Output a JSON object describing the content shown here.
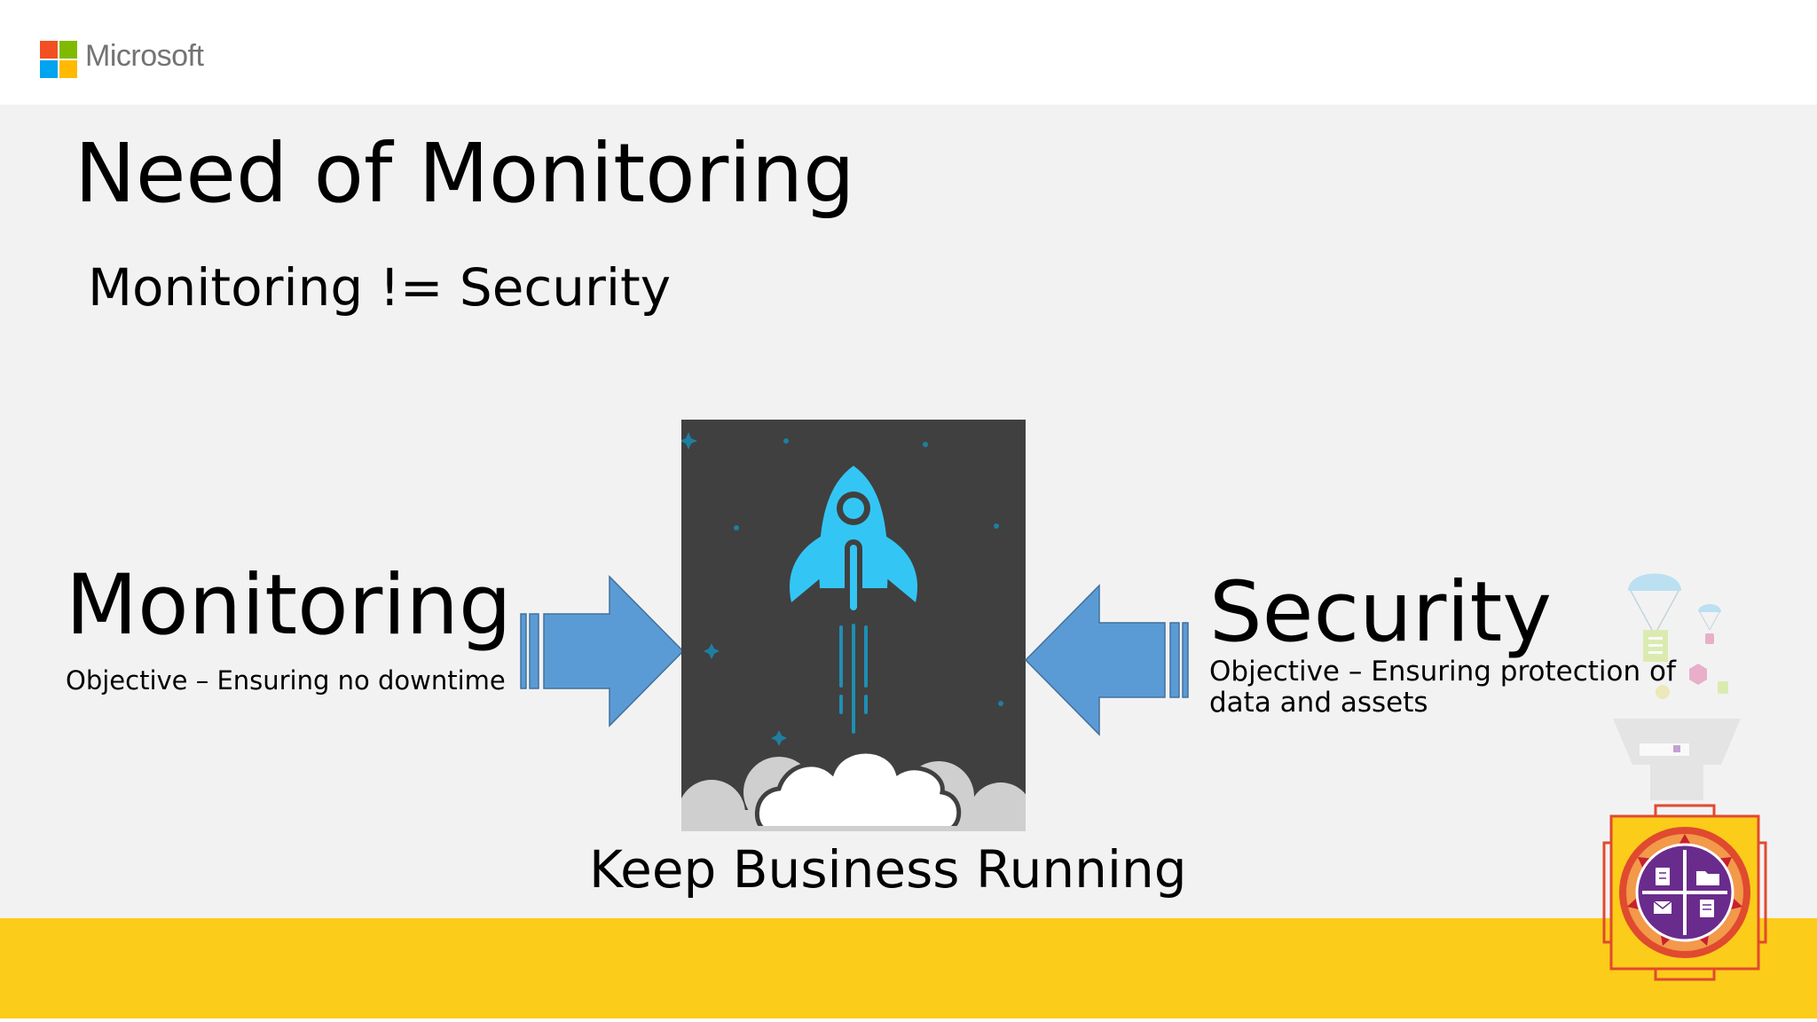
{
  "brand": {
    "name": "Microsoft"
  },
  "slide": {
    "title": "Need of Monitoring",
    "subtitle": "Monitoring != Security",
    "monitoring": {
      "heading": "Monitoring",
      "objective": "Objective – Ensuring no downtime"
    },
    "security": {
      "heading": "Security",
      "objective_line1": "Objective – Ensuring protection of",
      "objective_line2": "data and assets"
    },
    "center_caption": "Keep Business Running"
  },
  "icons": [
    "microsoft-logo-icon",
    "right-arrow-icon",
    "left-arrow-icon",
    "rocket-launch-icon",
    "parachute-data-icon",
    "yantra-badge-icon"
  ],
  "colors": {
    "slide_bg": "#f3f2f3",
    "band": "#fbcc19",
    "arrow": "#5b9bd5",
    "rocket_bg": "#404040",
    "rocket": "#33c6f4"
  }
}
